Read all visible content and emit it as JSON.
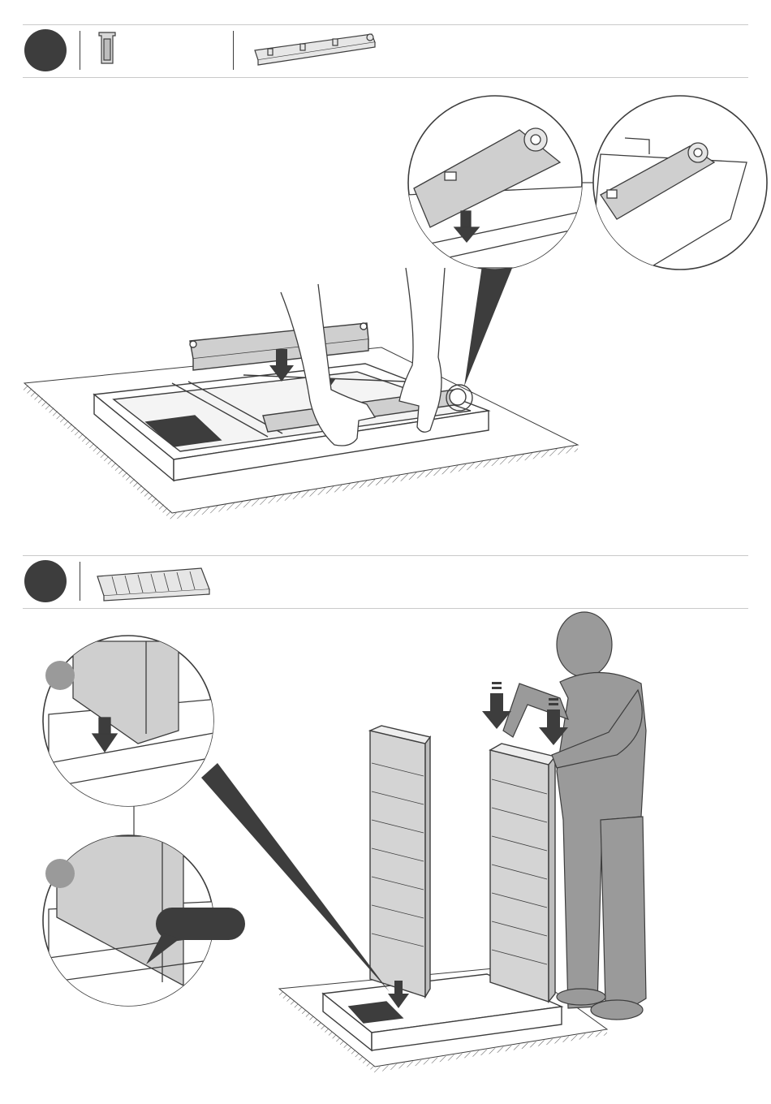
{
  "steps": [
    {
      "number": "",
      "parts": [
        "side-bracket-part",
        "long-rail-part"
      ],
      "actions": [
        "place-rail-onto-base",
        "press-down-to-snap"
      ]
    },
    {
      "number": "",
      "parts": [
        "wall-panel-part"
      ],
      "actions": [
        "insert-panels-into-base",
        "press-down-from-top"
      ],
      "details": [
        {
          "marker": "",
          "callout": ""
        },
        {
          "marker": "",
          "callout": ""
        }
      ]
    }
  ],
  "colors": {
    "ink": "#3d3d3d",
    "fill_gray": "#d0d0d0",
    "person": "#9a9a9a",
    "rule": "#c9c9c9"
  }
}
